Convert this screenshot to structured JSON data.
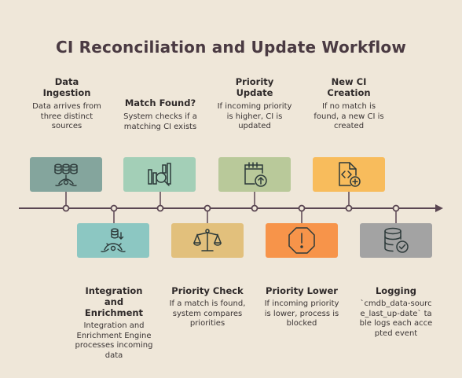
{
  "title": "CI Reconciliation and Update Workflow",
  "steps": [
    {
      "title": "Data Ingestion",
      "desc": "Data arrives from three distinct sources",
      "color": "#84a59d",
      "icon": "database-network-icon"
    },
    {
      "title": "Integration and Enrichment",
      "desc": "Integration and Enrichment Engine processes incoming data",
      "color": "#8cc7c2",
      "icon": "database-integration-icon"
    },
    {
      "title": "Match Found?",
      "desc": "System checks if a matching CI exists",
      "color": "#a3cfb7",
      "icon": "search-analytics-icon"
    },
    {
      "title": "Priority Check",
      "desc": "If a match is found, system compares priorities",
      "color": "#e2c07c",
      "icon": "balance-scale-icon"
    },
    {
      "title": "Priority Update",
      "desc": "If incoming priority is higher, CI is updated",
      "color": "#b9c99a",
      "icon": "calendar-upload-icon"
    },
    {
      "title": "Priority Lower",
      "desc": "If incoming priority is lower, process is blocked",
      "color": "#f7944a",
      "icon": "stop-alert-icon"
    },
    {
      "title": "New CI Creation",
      "desc": "If no match is found, a new CI is created",
      "color": "#f8bc5c",
      "icon": "new-file-icon"
    },
    {
      "title": "Logging",
      "desc": "`cmdb_data-source_last_up-date` table logs each accepted event",
      "color": "#a3a3a3",
      "icon": "database-check-icon"
    }
  ]
}
